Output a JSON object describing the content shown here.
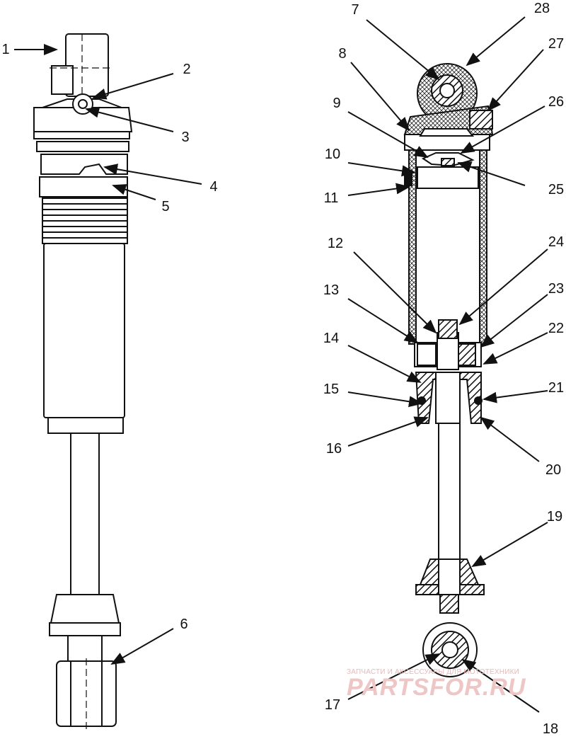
{
  "diagram": {
    "callouts": [
      "1",
      "2",
      "3",
      "4",
      "5",
      "6",
      "7",
      "8",
      "9",
      "10",
      "11",
      "12",
      "13",
      "14",
      "15",
      "16",
      "17",
      "18",
      "19",
      "20",
      "21",
      "22",
      "23",
      "24",
      "25",
      "26",
      "27",
      "28"
    ]
  },
  "watermark": {
    "line1": "ЗАПЧАСТИ И АКСЕССУАРЫ ДЛЯ МОТОТЕХНИКИ",
    "line2": "PARTSFOR.RU"
  },
  "colors": {
    "ink": "#111111",
    "watermark": "#e8b9b9"
  }
}
